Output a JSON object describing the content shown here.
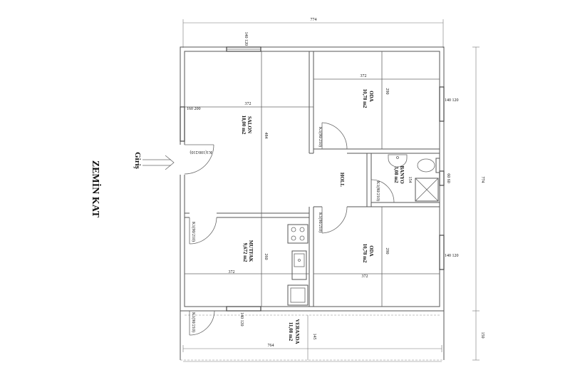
{
  "title": "ZEMİN KAT",
  "entrance": "Giriş",
  "dimensions": {
    "top_total": "774",
    "right_total": "774",
    "right_veranda": "150",
    "bottom_total": "764",
    "veranda_depth": "145"
  },
  "rooms": {
    "salon": {
      "name": "SALON",
      "area": "18,00 m2",
      "width": "372",
      "depth": "484"
    },
    "oda_top": {
      "name": "ODA",
      "area": "10,78 m2",
      "width": "372",
      "depth": "290"
    },
    "oda_bottom": {
      "name": "ODA",
      "area": "10,78 m2",
      "width": "372",
      "depth": "290"
    },
    "mutfak": {
      "name": "MUTFAK",
      "area": "9,672 m2",
      "width": "372",
      "depth": "260"
    },
    "banyo": {
      "name": "BANYO",
      "area": "3,08 m2",
      "dim": "154"
    },
    "holl": {
      "name": "HOLL"
    },
    "veranda": {
      "name": "VERANDA",
      "area": "11,08 m2"
    }
  },
  "doors": {
    "entry": "K1(100/210)",
    "oda_top": "K1(90/210)",
    "banyo": "K1(80/210)",
    "oda_bottom": "K1(90/210)",
    "mutfak": "K1(90/210)",
    "veranda": "K1(90/210)"
  },
  "windows": {
    "top": "140 120",
    "salon_left": "160 200",
    "oda_top_right": "140 120",
    "banyo_right": "60 60",
    "oda_bottom_right": "140 120",
    "bottom": "140 120"
  }
}
